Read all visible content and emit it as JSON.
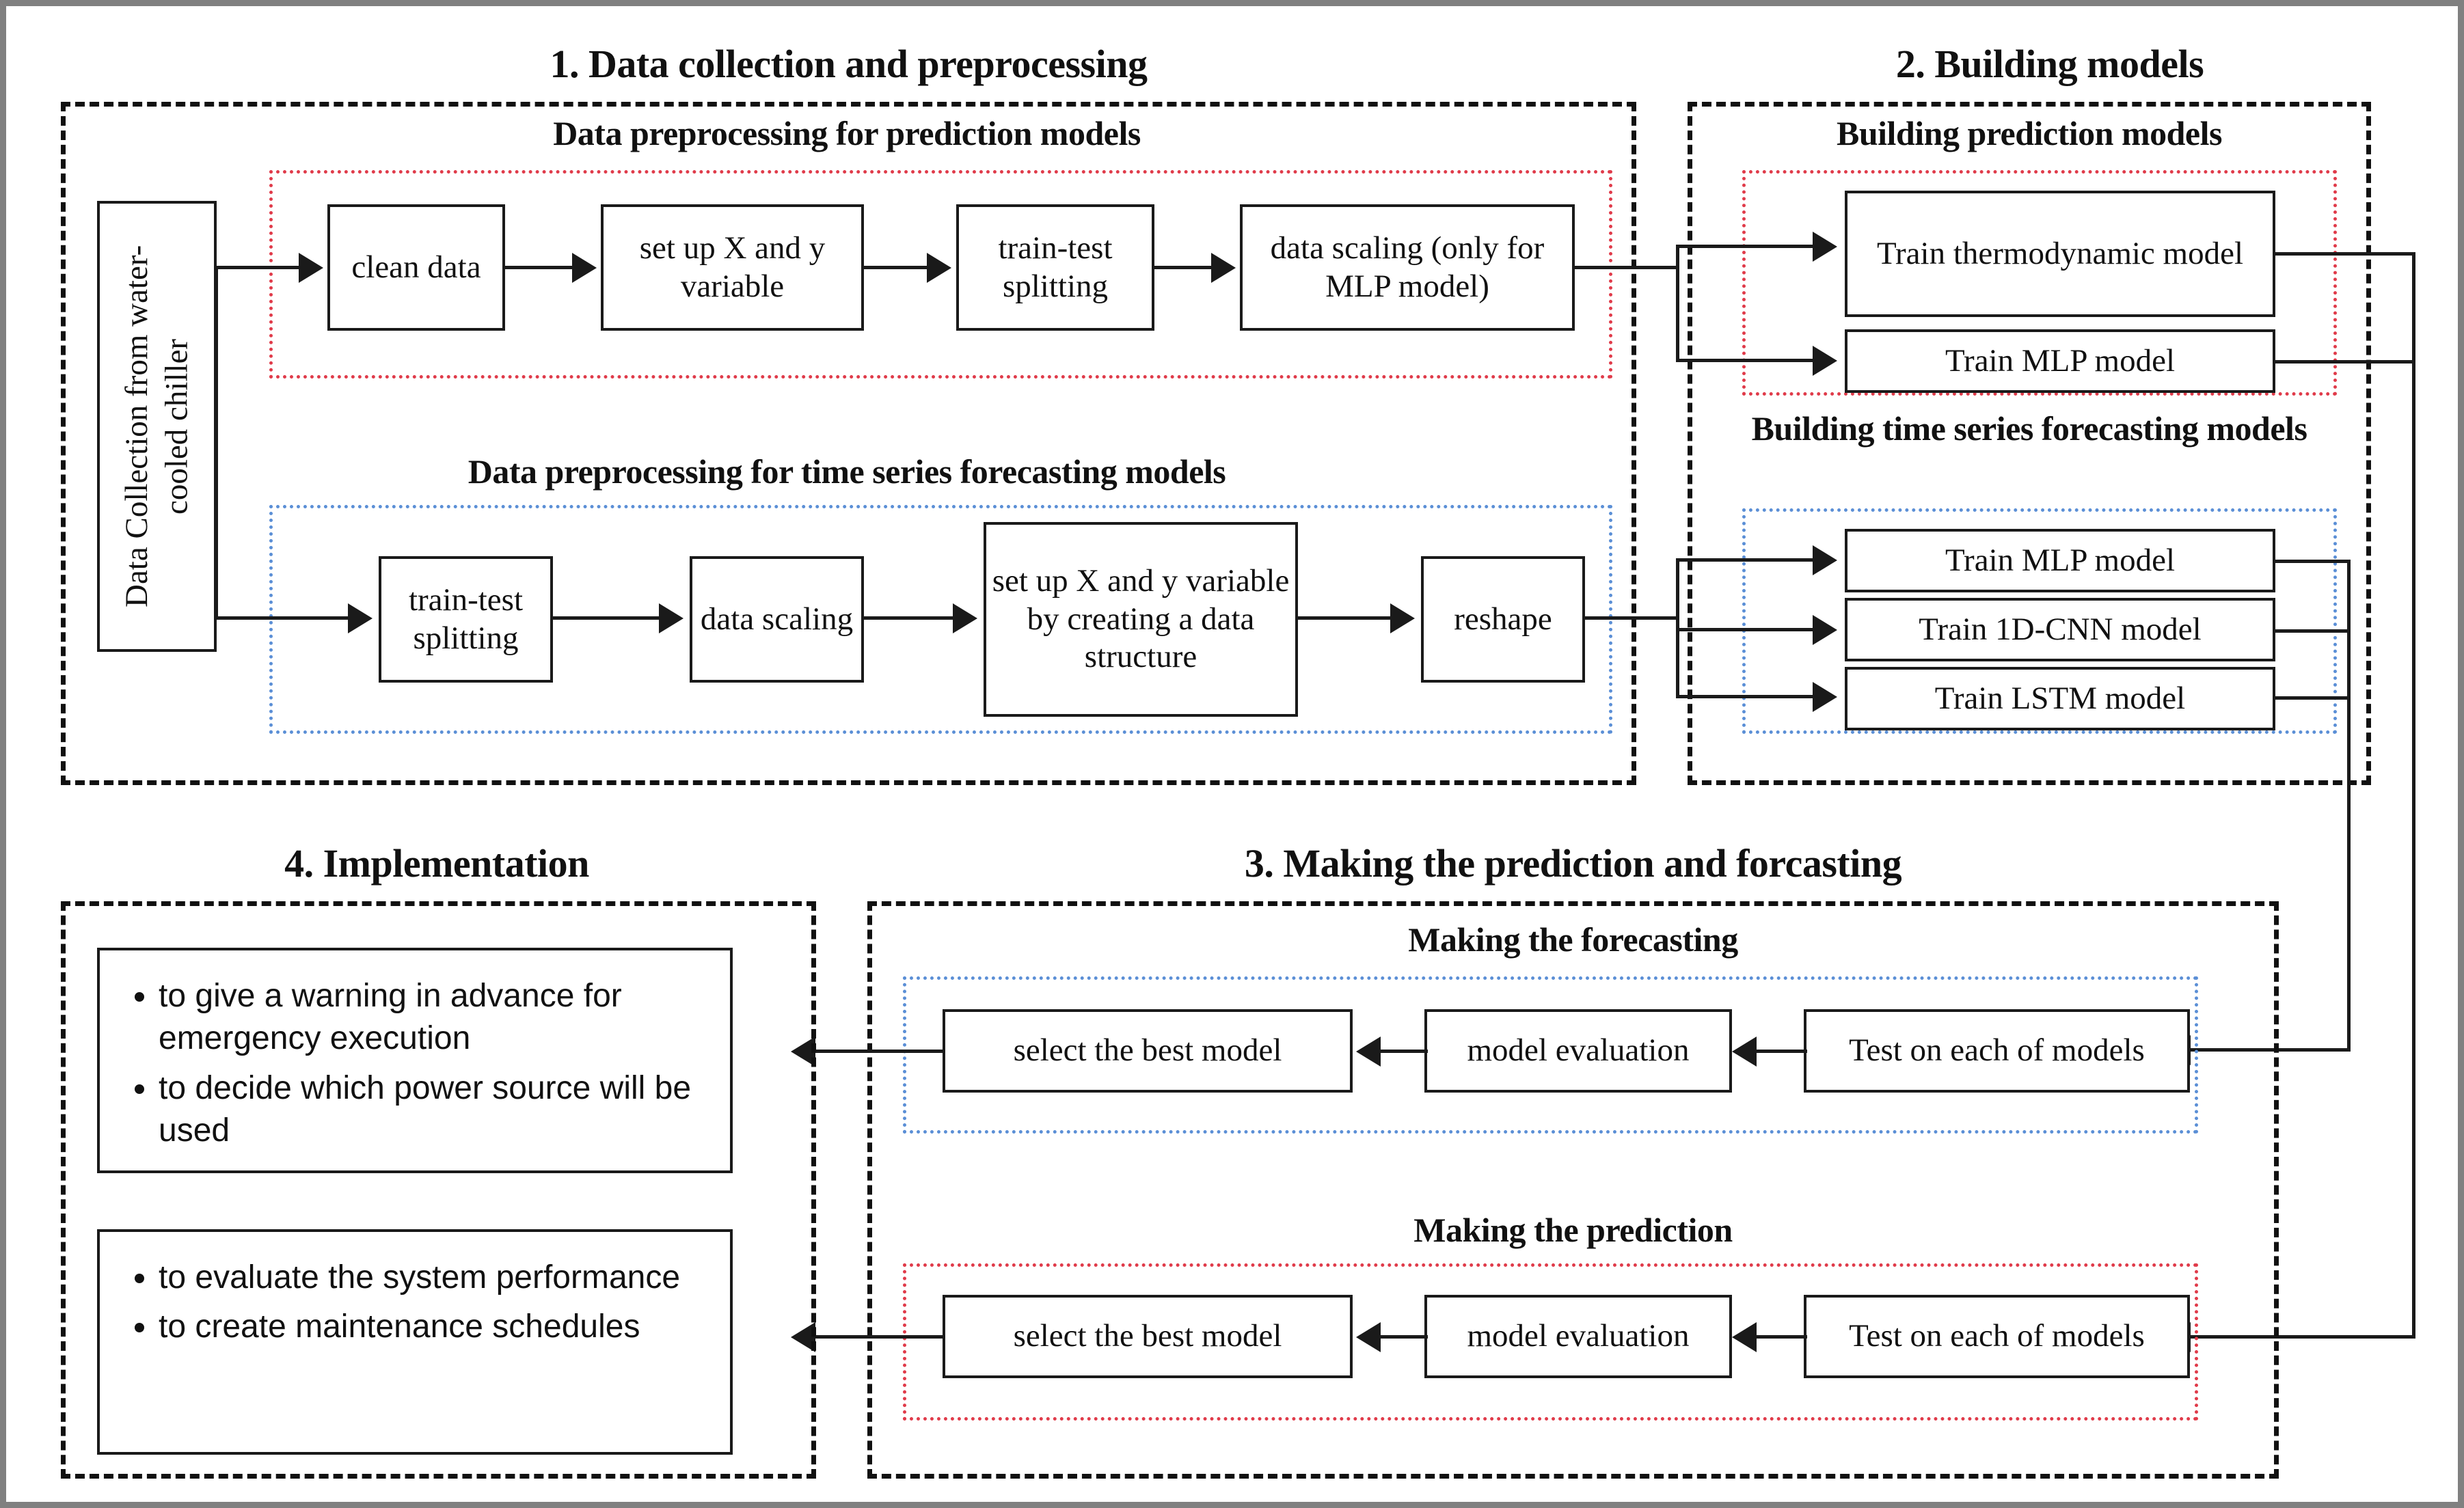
{
  "figure": {
    "type": "flowchart",
    "description": "Methodology flowchart for chiller power prediction and forecasting"
  },
  "sections": {
    "s1": {
      "title": "1. Data collection and preprocessing"
    },
    "s2": {
      "title": "2. Building models"
    },
    "s3": {
      "title": "3. Making the prediction and forcasting"
    },
    "s4": {
      "title": "4. Implementation"
    }
  },
  "subtitles": {
    "prep_prediction": "Data preprocessing for prediction models",
    "prep_timeseries": "Data preprocessing for time series forecasting models",
    "build_prediction": "Building prediction models",
    "build_timeseries": "Building time series forecasting models",
    "making_forecasting": "Making the forecasting",
    "making_prediction": "Making the prediction"
  },
  "source": {
    "label": "Data Collection from water-cooled chiller"
  },
  "pipeline_prediction": {
    "steps": [
      {
        "label": "clean data"
      },
      {
        "label": "set up X and y variable"
      },
      {
        "label": "train-test splitting"
      },
      {
        "label": "data scaling (only for MLP model)"
      }
    ]
  },
  "pipeline_timeseries": {
    "steps": [
      {
        "label": "train-test splitting"
      },
      {
        "label": "data scaling"
      },
      {
        "label": "set up X and y variable by creating a data structure"
      },
      {
        "label": "reshape"
      }
    ]
  },
  "models_prediction": {
    "items": [
      {
        "label": "Train thermodynamic model"
      },
      {
        "label": "Train MLP model"
      }
    ]
  },
  "models_timeseries": {
    "items": [
      {
        "label": "Train MLP model"
      },
      {
        "label": "Train 1D-CNN model"
      },
      {
        "label": "Train LSTM model"
      }
    ]
  },
  "forecasting_row": {
    "steps": [
      {
        "label": "select the best model"
      },
      {
        "label": "model evaluation"
      },
      {
        "label": "Test on each of models"
      }
    ]
  },
  "prediction_row": {
    "steps": [
      {
        "label": "select the best model"
      },
      {
        "label": "model evaluation"
      },
      {
        "label": "Test on each of models"
      }
    ]
  },
  "implementation": {
    "card_top": {
      "bullets": [
        "to give a warning in advance for emergency execution",
        "to decide which power source will be used"
      ]
    },
    "card_bottom": {
      "bullets": [
        "to evaluate the system performance",
        "to create maintenance schedules"
      ]
    }
  },
  "colors": {
    "frame": "#808080",
    "section_border": "#111111",
    "group_prediction": "#e03b4a",
    "group_timeseries": "#5b8fd6",
    "box_border": "#1a1a1a",
    "connector": "#1a1a1a"
  }
}
